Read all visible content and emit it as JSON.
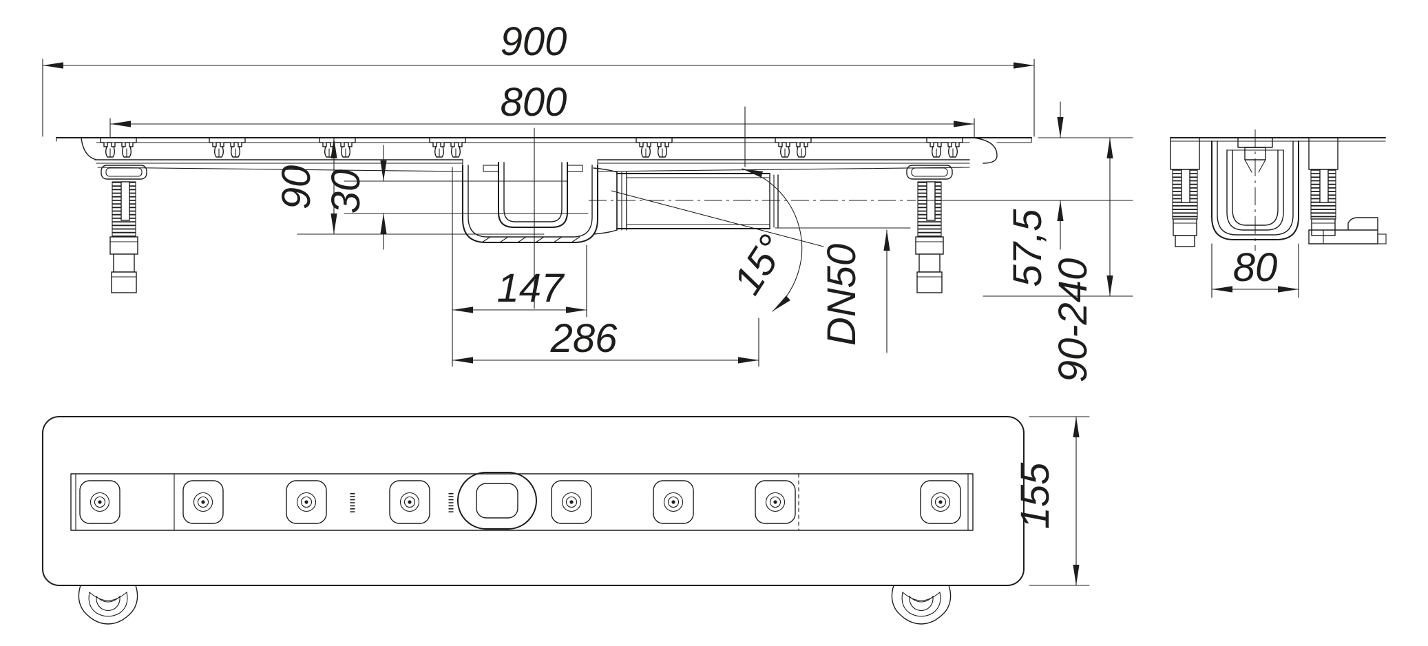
{
  "page": {
    "background": "#ffffff",
    "line_color": "#1d1d1b",
    "subject": "linear shower drain channel technical drawing"
  },
  "drawing": {
    "views": {
      "side_section": {
        "name": "side section view",
        "dims": {
          "overall_length": "900",
          "grate_length": "800",
          "channel_height": "90",
          "seal_depth": "30",
          "trap_offset": "147",
          "outlet_offset": "286",
          "outlet_swivel_angle": "15°",
          "outlet_nominal_diameter": "DN50",
          "flange_to_outlet_axis": "57,5",
          "installation_height_range": "90-240"
        }
      },
      "end_section": {
        "name": "end section view",
        "dims": {
          "channel_body_width": "80"
        }
      },
      "bottom_view": {
        "name": "bottom view",
        "dims": {
          "body_depth": "155"
        }
      }
    }
  }
}
